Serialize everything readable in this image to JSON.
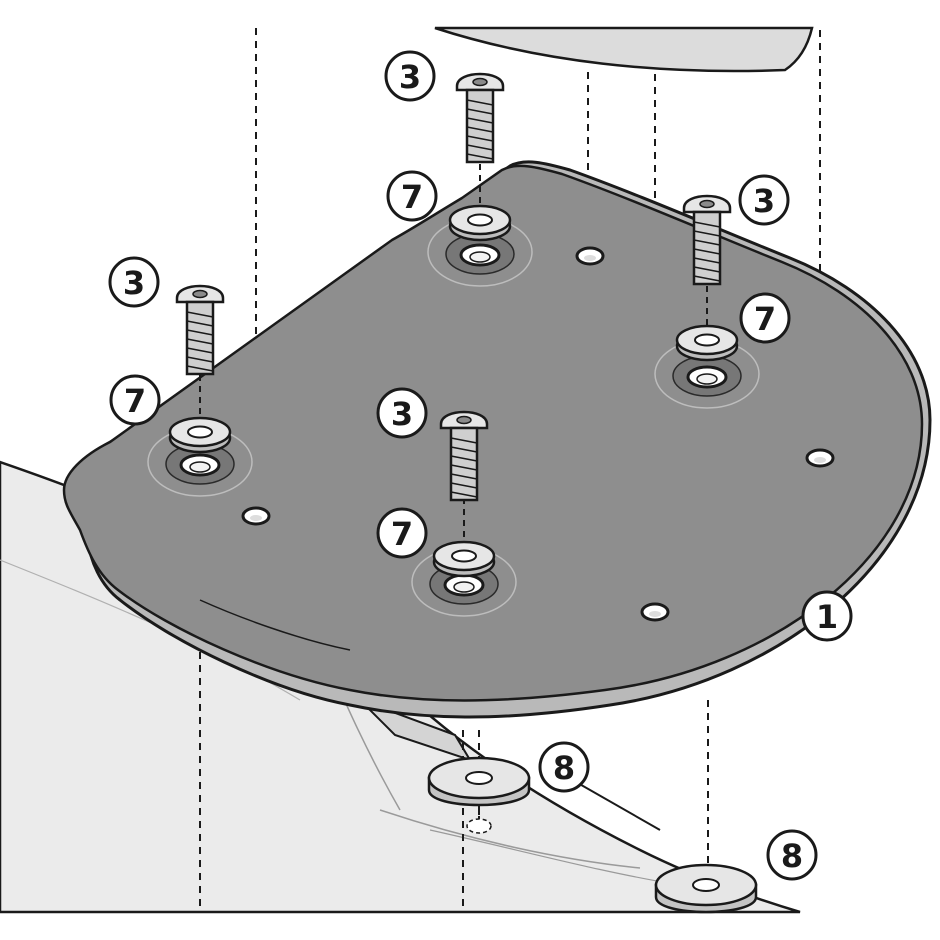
{
  "callouts": {
    "plate": "1",
    "screw_a": "3",
    "screw_b": "3",
    "screw_c": "3",
    "screw_d": "3",
    "washer_a": "7",
    "washer_b": "7",
    "washer_c": "7",
    "washer_d": "7",
    "spacer_a": "8",
    "spacer_b": "8"
  },
  "colors": {
    "plate_fill": "#8e8e8e",
    "plate_edge": "#b9b9b9",
    "vehicle_fill": "#ebebeb",
    "case_fill": "#dcdcdc",
    "metal_light": "#e6e6e6",
    "metal_mid": "#c4c4c4",
    "line": "#1a1a1a"
  }
}
